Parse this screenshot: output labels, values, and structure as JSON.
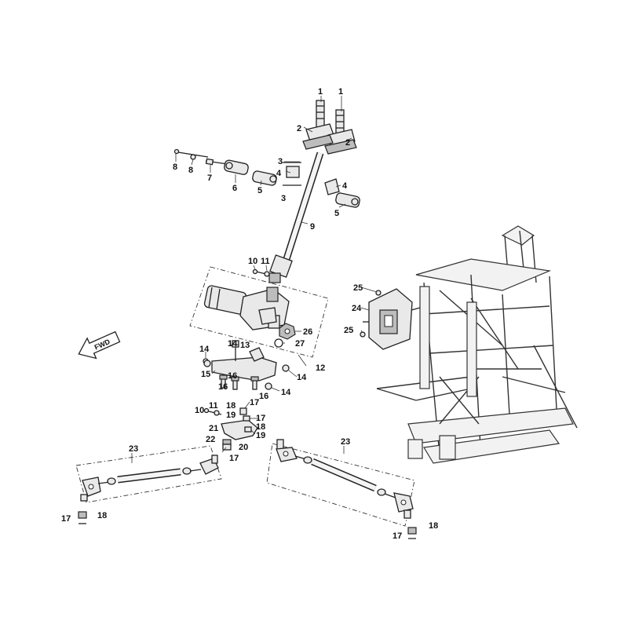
{
  "direction_label": "FWD",
  "callouts": [
    {
      "id": "c1a",
      "text": "1"
    },
    {
      "id": "c1b",
      "text": "1"
    },
    {
      "id": "c2a",
      "text": "2"
    },
    {
      "id": "c2b",
      "text": "2"
    },
    {
      "id": "c3a",
      "text": "3"
    },
    {
      "id": "c3b",
      "text": "3"
    },
    {
      "id": "c4a",
      "text": "4"
    },
    {
      "id": "c4b",
      "text": "4"
    },
    {
      "id": "c5a",
      "text": "5"
    },
    {
      "id": "c5b",
      "text": "5"
    },
    {
      "id": "c6",
      "text": "6"
    },
    {
      "id": "c7",
      "text": "7"
    },
    {
      "id": "c8a",
      "text": "8"
    },
    {
      "id": "c8b",
      "text": "8"
    },
    {
      "id": "c9",
      "text": "9"
    },
    {
      "id": "c10a",
      "text": "10"
    },
    {
      "id": "c10b",
      "text": "10"
    },
    {
      "id": "c11a",
      "text": "11"
    },
    {
      "id": "c11b",
      "text": "11"
    },
    {
      "id": "c12",
      "text": "12"
    },
    {
      "id": "c13",
      "text": "13"
    },
    {
      "id": "c14a",
      "text": "14"
    },
    {
      "id": "c14b",
      "text": "14"
    },
    {
      "id": "c14c",
      "text": "14"
    },
    {
      "id": "c14d",
      "text": "14"
    },
    {
      "id": "c15",
      "text": "15"
    },
    {
      "id": "c16a",
      "text": "16"
    },
    {
      "id": "c16b",
      "text": "16"
    },
    {
      "id": "c16c",
      "text": "16"
    },
    {
      "id": "c17a",
      "text": "17"
    },
    {
      "id": "c17b",
      "text": "17"
    },
    {
      "id": "c17c",
      "text": "17"
    },
    {
      "id": "c17d",
      "text": "17"
    },
    {
      "id": "c17e",
      "text": "17"
    },
    {
      "id": "c18a",
      "text": "18"
    },
    {
      "id": "c18b",
      "text": "18"
    },
    {
      "id": "c18c",
      "text": "18"
    },
    {
      "id": "c18d",
      "text": "18"
    },
    {
      "id": "c19a",
      "text": "19"
    },
    {
      "id": "c19b",
      "text": "19"
    },
    {
      "id": "c20",
      "text": "20"
    },
    {
      "id": "c21",
      "text": "21"
    },
    {
      "id": "c22",
      "text": "22"
    },
    {
      "id": "c23a",
      "text": "23"
    },
    {
      "id": "c23b",
      "text": "23"
    },
    {
      "id": "c24",
      "text": "24"
    },
    {
      "id": "c25a",
      "text": "25"
    },
    {
      "id": "c25b",
      "text": "25"
    },
    {
      "id": "c26",
      "text": "26"
    },
    {
      "id": "c27",
      "text": "27"
    }
  ]
}
